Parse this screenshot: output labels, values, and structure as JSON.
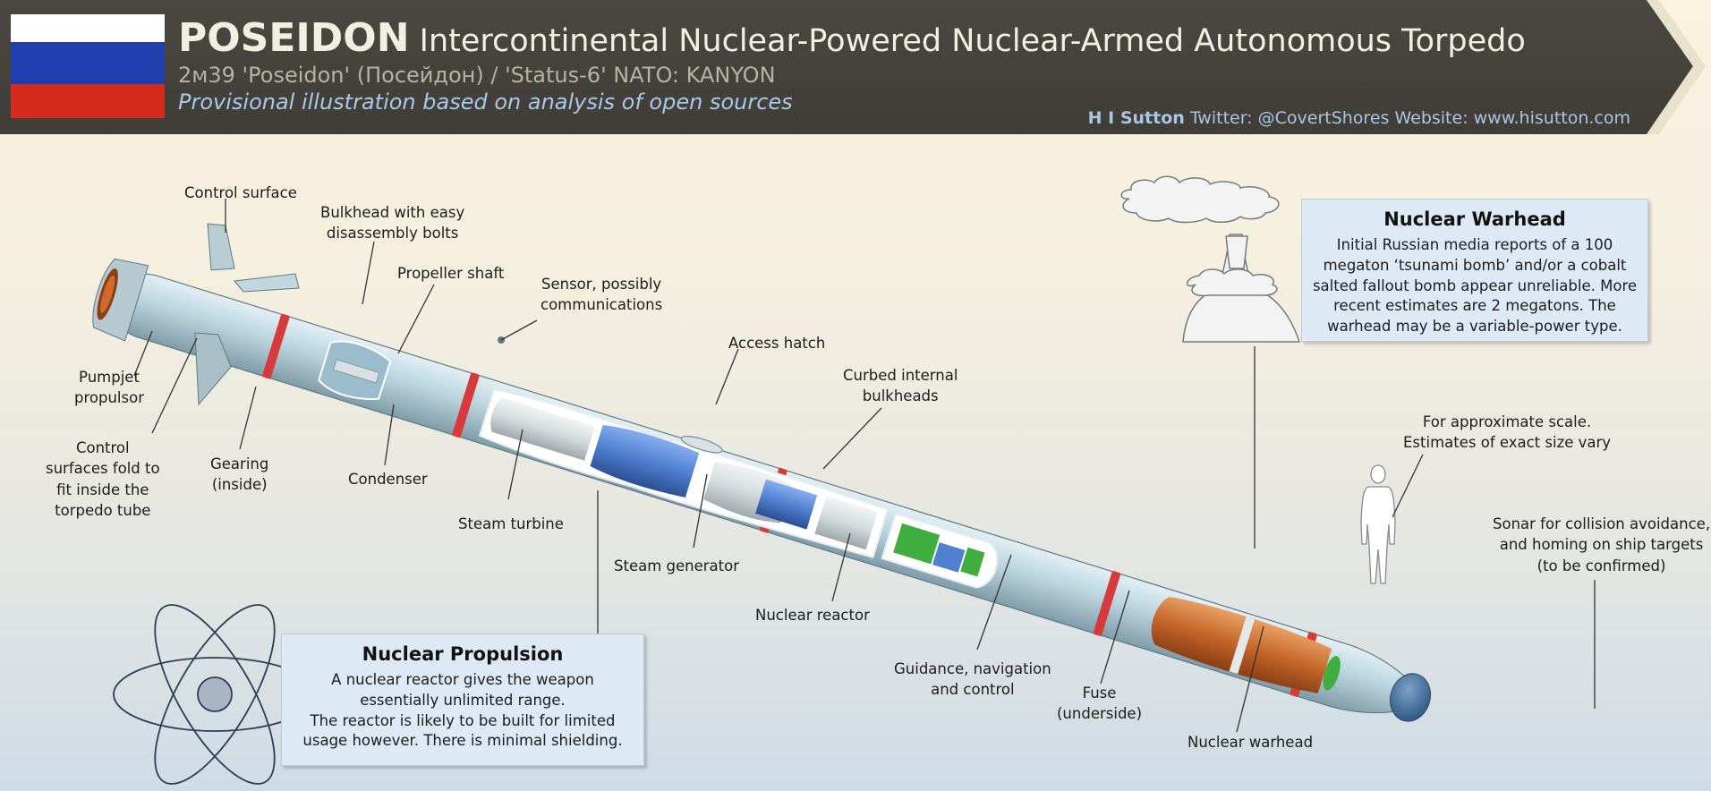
{
  "header": {
    "name": "POSEIDON",
    "title": "Intercontinental Nuclear-Powered Nuclear-Armed Autonomous Torpedo",
    "subtitle": "2м39 'Poseidon' (Посейдон) / 'Status-6' NATO: KANYON",
    "provisional": "Provisional illustration based on analysis of open sources",
    "author": "H I Sutton",
    "credits": " Twitter: @CovertShores Website: www.hisutton.com"
  },
  "flag": {
    "colors": [
      "#ffffff",
      "#1f3fae",
      "#d52b1e"
    ]
  },
  "colors": {
    "banner": "#45433a",
    "hull": "#b9d3dd",
    "rings": "#d63a3a",
    "turbine": "#d4dadc",
    "generator": "#4f7fcf",
    "guidance_green": "#3fae3f",
    "warhead": "#c4662a",
    "sonar": "#3f6a98"
  },
  "labels": {
    "control_surface": "Control surface",
    "bulkhead": [
      "Bulkhead with easy",
      "disassembly bolts"
    ],
    "propeller_shaft": "Propeller shaft",
    "sensor": [
      "Sensor, possibly",
      "communications"
    ],
    "access_hatch": "Access hatch",
    "curbed_bulkheads": [
      "Curbed internal",
      "bulkheads"
    ],
    "pumpjet": [
      "Pumpjet",
      "propulsor"
    ],
    "control_fold": [
      "Control",
      "surfaces fold to",
      "fit inside the",
      "torpedo tube"
    ],
    "gearing": [
      "Gearing",
      "(inside)"
    ],
    "condenser": "Condenser",
    "steam_turbine": "Steam turbine",
    "steam_generator": "Steam generator",
    "nuclear_reactor": "Nuclear reactor",
    "guidance": [
      "Guidance, navigation",
      "and control"
    ],
    "fuse": [
      "Fuse",
      "(underside)"
    ],
    "nuclear_warhead": "Nuclear warhead",
    "scale": [
      "For approximate scale.",
      "Estimates of exact size vary"
    ],
    "sonar": [
      "Sonar for collision avoidance,",
      "and homing on ship targets",
      "(to be confirmed)"
    ]
  },
  "warhead_box": {
    "title": "Nuclear Warhead",
    "lines": [
      "Initial Russian media reports of a 100",
      "megaton ‘tsunami bomb’ and/or a cobalt",
      "salted fallout bomb appear unreliable. More",
      "recent estimates are 2 megatons. The",
      "warhead may be a variable-power type."
    ]
  },
  "propulsion_box": {
    "title": "Nuclear Propulsion",
    "lines": [
      "A nuclear reactor gives the weapon",
      "essentially unlimited range.",
      "The reactor is likely to be built for limited",
      "usage however. There is minimal shielding."
    ]
  }
}
